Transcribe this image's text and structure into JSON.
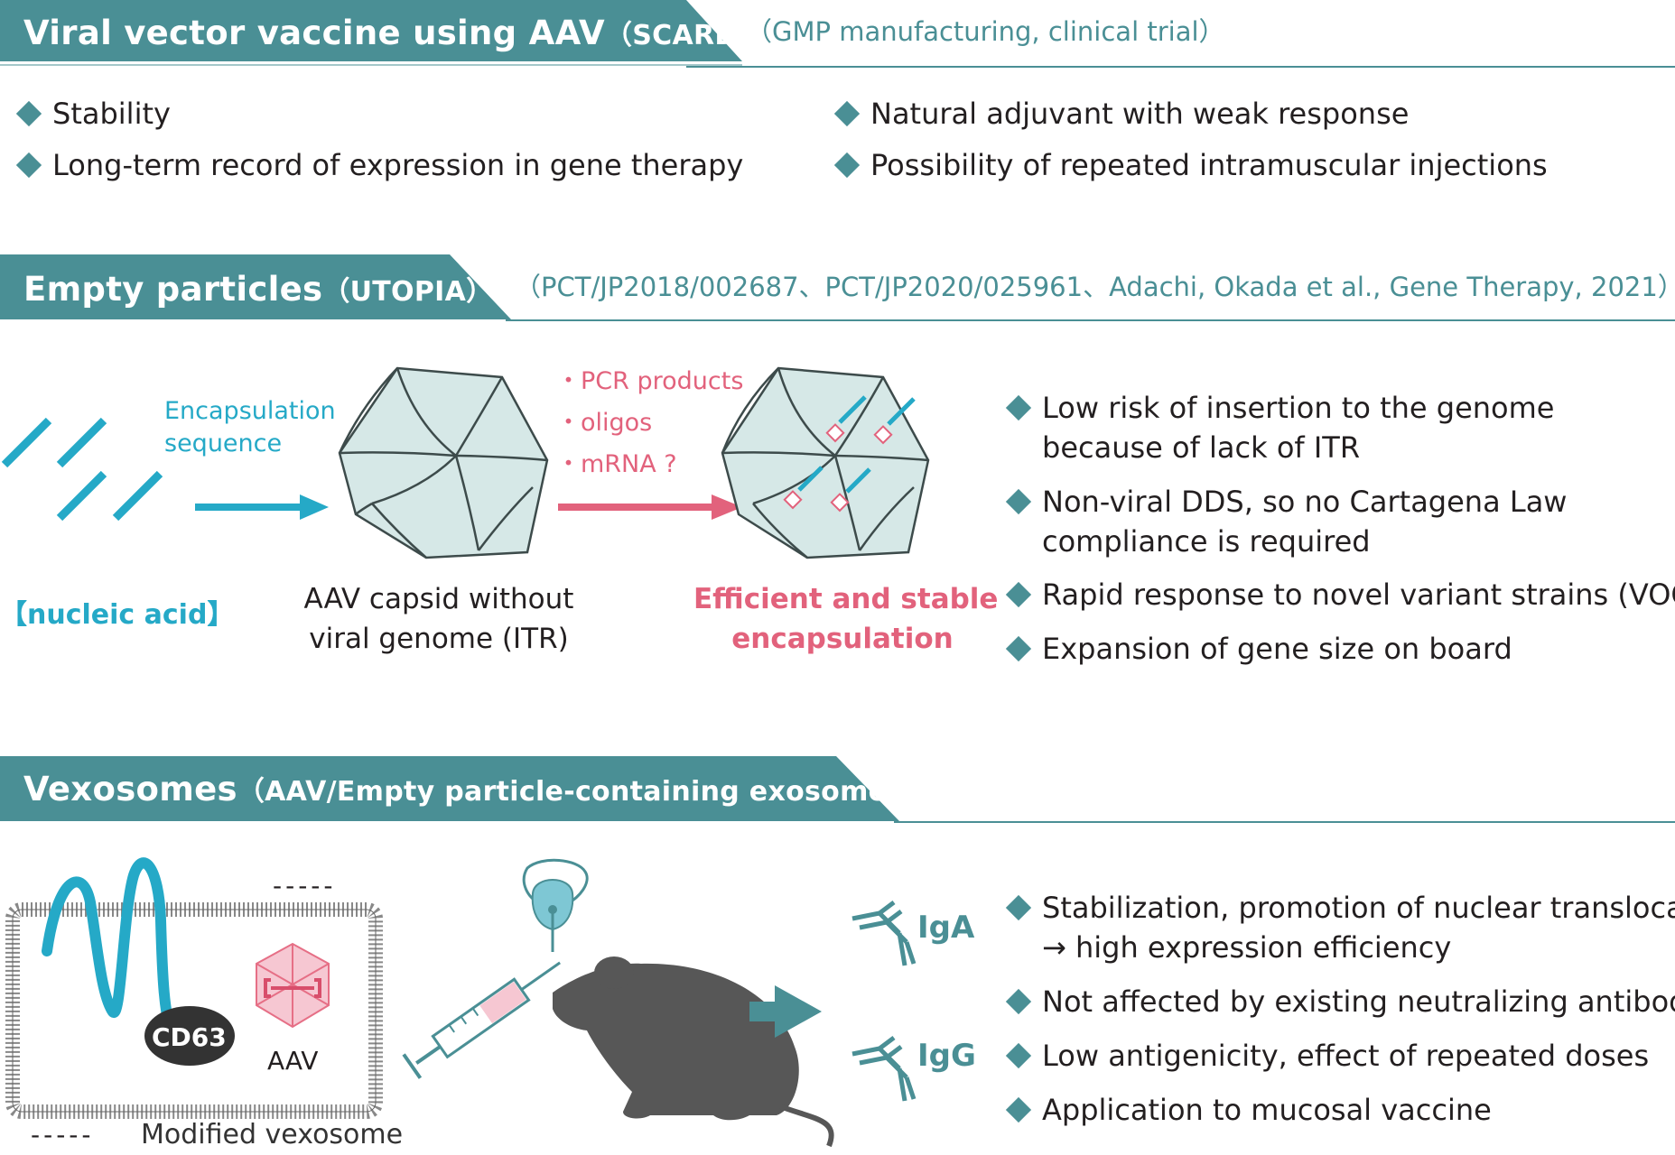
{
  "section1": {
    "title": "Viral vector vaccine using AAV",
    "title_sub": "（SCARDA）",
    "note": "（GMP manufacturing, clinical trial）",
    "bullets_left": [
      "Stability",
      "Long-term record of expression in gene therapy"
    ],
    "bullets_right": [
      "Natural adjuvant with weak response",
      "Possibility of repeated intramuscular injections"
    ]
  },
  "section2": {
    "title": "Empty particles",
    "title_sub": "（UTOPIA）",
    "note": "（PCT/JP2018/002687、PCT/JP2020/025961、Adachi, Okada et al., Gene Therapy, 2021）",
    "encapsulation_label": [
      "Encapsulation",
      "sequence"
    ],
    "nucleic_acid_label": "【nucleic acid】",
    "capsid_caption": [
      "AAV capsid without",
      "viral genome (ITR)"
    ],
    "cargo_list": [
      "・PCR products",
      "・oligos",
      "・mRNA ?"
    ],
    "result_caption": [
      "Efficient and stable",
      "encapsulation"
    ],
    "bullets": [
      [
        "Low risk of insertion to the genome",
        "because of lack of ITR"
      ],
      [
        "Non-viral DDS, so no Cartagena Law",
        "compliance is required"
      ],
      [
        "Rapid response to novel variant strains (VOC)"
      ],
      [
        "Expansion of gene size on board"
      ]
    ]
  },
  "section3": {
    "title": "Vexosomes",
    "title_sub": "（AAV/Empty particle-containing exosomes）",
    "cd63_label": "CD63",
    "aav_label": "AAV",
    "legend_dash": "-----",
    "legend_top_dash": "-----",
    "legend_label": "Modified vexosome",
    "iga_label": "IgA",
    "igg_label": "IgG",
    "bullets": [
      [
        "Stabilization, promotion of nuclear translocation",
        "→ high expression efficiency"
      ],
      [
        "Not affected by existing neutralizing antibodies"
      ],
      [
        "Low antigenicity, effect of repeated doses"
      ],
      [
        "Application to mucosal vaccine"
      ]
    ]
  },
  "colors": {
    "teal_header": "#4a8f95",
    "cyan": "#25a9c7",
    "pink": "#e2627c",
    "capsid_fill": "#d6e8e7",
    "mouse": "#575757"
  }
}
